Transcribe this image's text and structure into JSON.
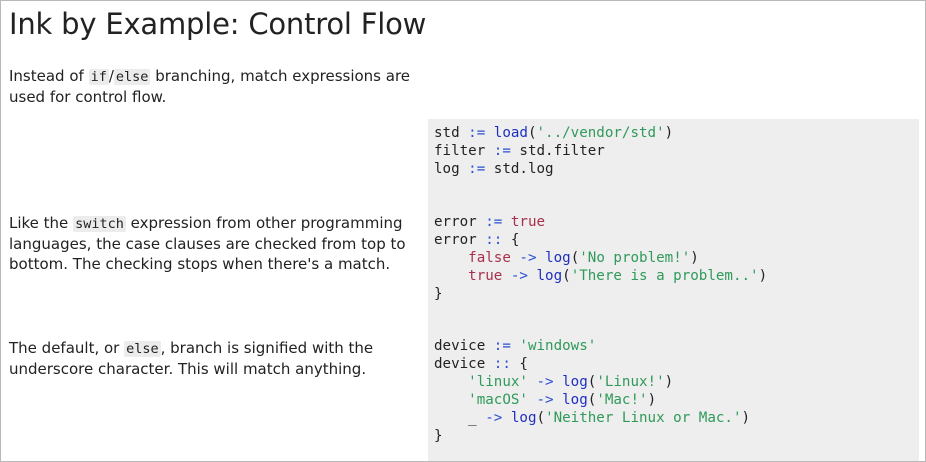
{
  "page": {
    "title": "Ink by Example: Control Flow"
  },
  "intro": {
    "before": "Instead of ",
    "code_if": "if",
    "slash": "/",
    "code_else": "else",
    "after": " branching, match expressions are used for control flow."
  },
  "sections": [
    {
      "prose": {
        "before": "Like the ",
        "code": "switch",
        "after": " expression from other programming languages, the case clauses are checked from top to bottom. The checking stops when there's a match."
      }
    },
    {
      "prose": {
        "before": "The default, or ",
        "code": "else",
        "after": ", branch is signified with the underscore character. This will match anything."
      }
    }
  ],
  "code": {
    "block1": {
      "l1": {
        "a": "std",
        "op": " := ",
        "fn": "load",
        "p1": "(",
        "str": "'../vendor/std'",
        "p2": ")"
      },
      "l2": {
        "a": "filter",
        "op": " := ",
        "b": "std.filter"
      },
      "l3": {
        "a": "log",
        "op": " := ",
        "b": "std.log"
      }
    },
    "block2": {
      "l1": {
        "a": "error",
        "op": " := ",
        "kw": "true"
      },
      "l2": {
        "a": "error",
        "op": " :: ",
        "b": "{"
      },
      "l3": {
        "indent": "    ",
        "kw": "false",
        "arrow": " -> ",
        "fn": "log",
        "p1": "(",
        "str": "'No problem!'",
        "p2": ")"
      },
      "l4": {
        "indent": "    ",
        "kw": "true",
        "arrow": " -> ",
        "fn": "log",
        "p1": "(",
        "str": "'There is a problem..'",
        "p2": ")"
      },
      "l5": {
        "b": "}"
      }
    },
    "block3": {
      "l1": {
        "a": "device",
        "op": " := ",
        "str": "'windows'"
      },
      "l2": {
        "a": "device",
        "op": " :: ",
        "b": "{"
      },
      "l3": {
        "indent": "    ",
        "s1": "'linux'",
        "arrow": " -> ",
        "fn": "log",
        "p1": "(",
        "str": "'Linux!'",
        "p2": ")"
      },
      "l4": {
        "indent": "    ",
        "s1": "'macOS'",
        "arrow": " -> ",
        "fn": "log",
        "p1": "(",
        "str": "'Mac!'",
        "p2": ")"
      },
      "l5": {
        "indent": "    ",
        "u": "_",
        "arrow": " -> ",
        "fn": "log",
        "p1": "(",
        "str": "'Neither Linux or Mac.'",
        "p2": ")"
      },
      "l6": {
        "b": "}"
      }
    }
  }
}
